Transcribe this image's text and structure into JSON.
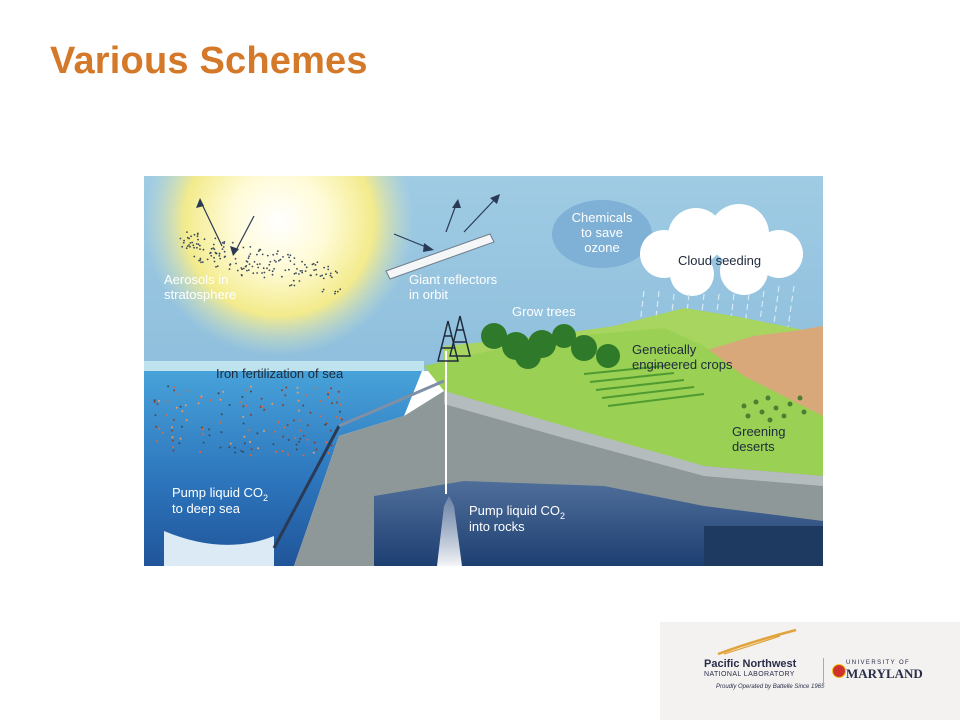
{
  "slide": {
    "title": "Various Schemes"
  },
  "diagram": {
    "labels": {
      "aerosols_1": "Aerosols in",
      "aerosols_2": "stratosphere",
      "reflectors_1": "Giant reflectors",
      "reflectors_2": "in orbit",
      "chemicals_1": "Chemicals",
      "chemicals_2": "to save",
      "chemicals_3": "ozone",
      "cloud_seeding": "Cloud seeding",
      "grow_trees": "Grow trees",
      "crops_1": "Genetically",
      "crops_2": "engineered crops",
      "iron": "Iron fertilization of sea",
      "deserts_1": "Greening",
      "deserts_2": "deserts",
      "pump_sea_1": "Pump liquid CO",
      "pump_sea_sub": "2",
      "pump_sea_2": "to deep sea",
      "pump_rocks_1": "Pump liquid CO",
      "pump_rocks_sub": "2",
      "pump_rocks_2": "into rocks"
    }
  },
  "footer_logos": {
    "pnnl_name": "Pacific Northwest",
    "pnnl_sub": "NATIONAL LABORATORY",
    "pnnl_tagline": "Proudly Operated by Battelle Since 1965",
    "umd_university": "UNIVERSITY OF",
    "umd_name": "MARYLAND"
  },
  "colors": {
    "title": "#d4782a",
    "sky": "#8ec5e6",
    "sea": "#2f7fc4",
    "grass": "#8fcf4a",
    "rock": "#8c9495"
  }
}
